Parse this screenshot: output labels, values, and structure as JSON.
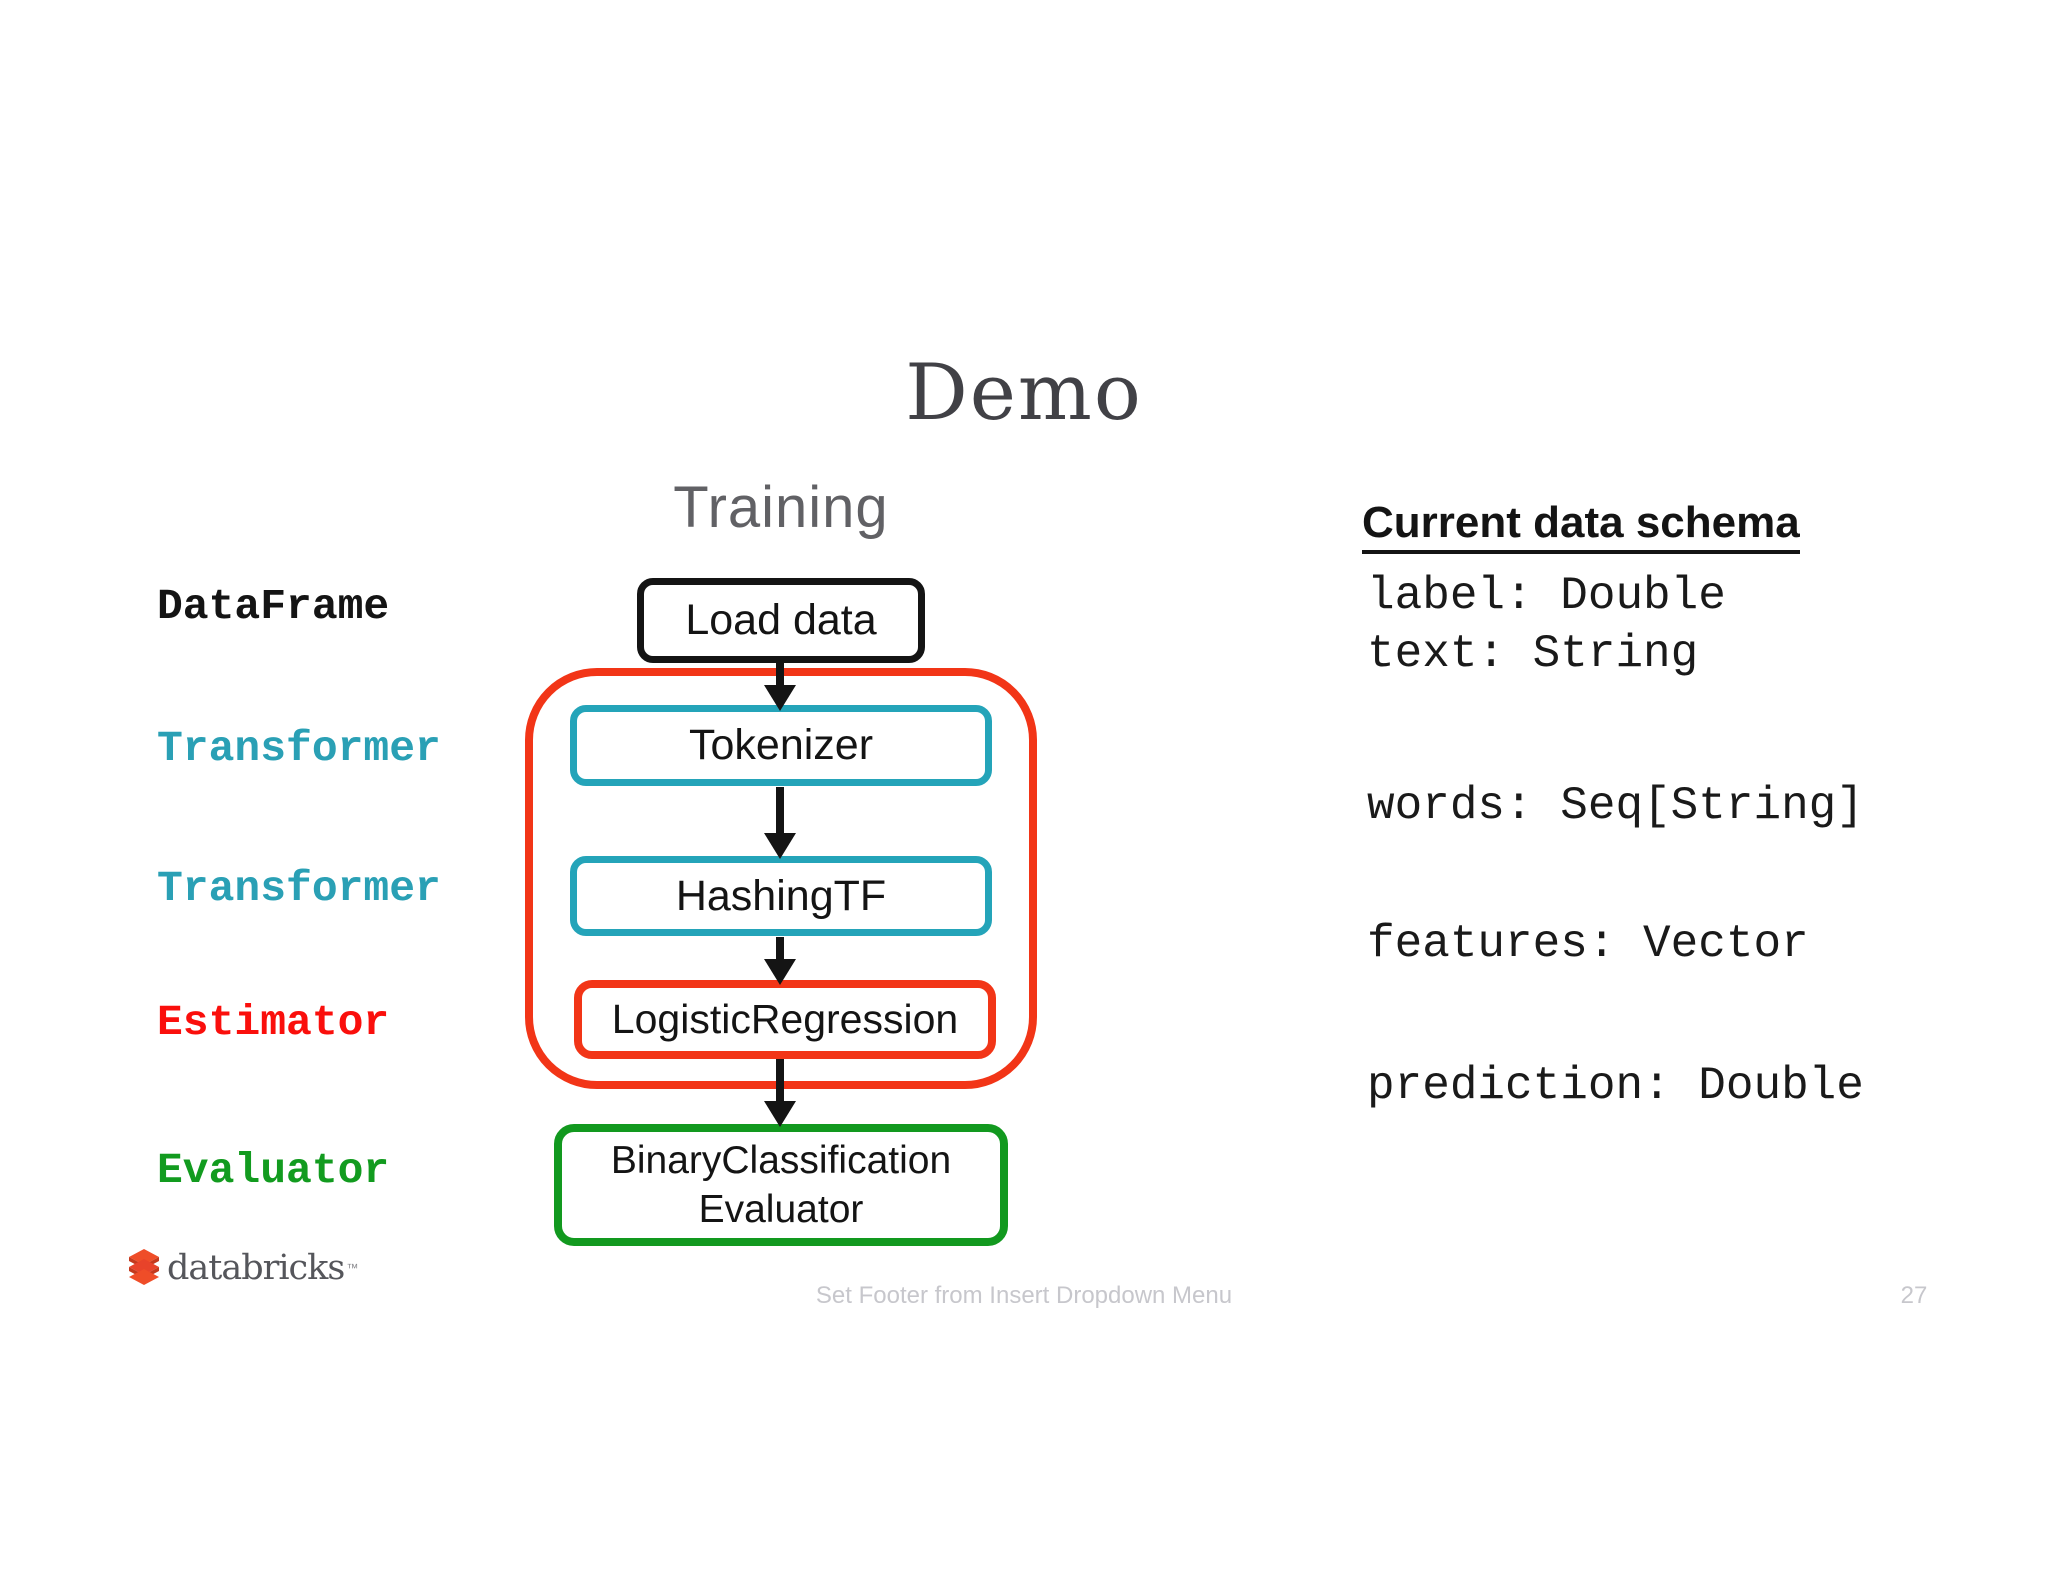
{
  "slide": {
    "title": "Demo",
    "training_label": "Training",
    "footer_text": "Set Footer from Insert Dropdown Menu",
    "page_number": "27"
  },
  "brand": {
    "wordmark": "databricks",
    "trademark": "™",
    "logo_icon": "databricks-bricks-icon",
    "logo_color": "#EF4D28"
  },
  "pipeline": {
    "row_labels": [
      {
        "label": "DataFrame",
        "color": "#141414"
      },
      {
        "label": "Transformer",
        "color": "#2AA0B5"
      },
      {
        "label": "Transformer",
        "color": "#2AA0B5"
      },
      {
        "label": "Estimator",
        "color": "#FA0F0C"
      },
      {
        "label": "Evaluator",
        "color": "#129B1F"
      }
    ],
    "nodes": [
      {
        "label": "Load data",
        "border_color": "#141414"
      },
      {
        "label": "Tokenizer",
        "border_color": "#24A4B9"
      },
      {
        "label": "HashingTF",
        "border_color": "#24A4B9"
      },
      {
        "label": "LogisticRegression",
        "border_color": "#F23517"
      },
      {
        "label": "BinaryClassification Evaluator",
        "line1": "BinaryClassification",
        "line2": "Evaluator",
        "border_color": "#12991F"
      }
    ],
    "group_outline_color": "#F23517",
    "arrow_color": "#141414"
  },
  "schema_panel": {
    "heading": "Current data schema",
    "lines": [
      "label: Double",
      "text: String",
      "words: Seq[String]",
      "features: Vector",
      "prediction: Double"
    ]
  }
}
